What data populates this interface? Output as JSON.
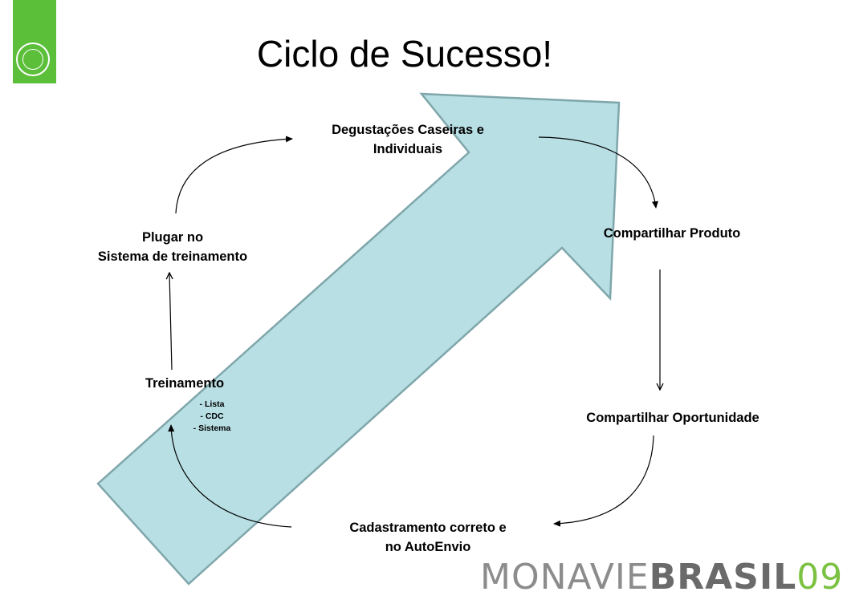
{
  "title": "Ciclo de Sucesso!",
  "colors": {
    "arrow_fill": "#b8dfe4",
    "arrow_stroke": "#7fa6ab",
    "logo_green": "#5cbf3a",
    "brand_gray": "#8c8c8c",
    "brand_green": "#7bc142"
  },
  "icons": [
    "monavie-logo-icon",
    "big-diagonal-arrow",
    "cycle-arrow"
  ],
  "nodes": {
    "degustacoes": [
      "Degustações Caseiras e",
      "Individuais"
    ],
    "compartilhar_produto": "Compartilhar Produto",
    "compartilhar_oportunidade": "Compartilhar Oportunidade",
    "cadastramento": [
      "Cadastramento  correto e",
      "no  AutoEnvio"
    ],
    "treinamento": "Treinamento",
    "treinamento_items": [
      "- Lista",
      "- CDC",
      "- Sistema"
    ],
    "plugar": [
      "Plugar no",
      "Sistema de treinamento"
    ]
  },
  "brand": {
    "part1": "MONAVIE",
    "part2": "BRASIL",
    "part3": "09"
  }
}
